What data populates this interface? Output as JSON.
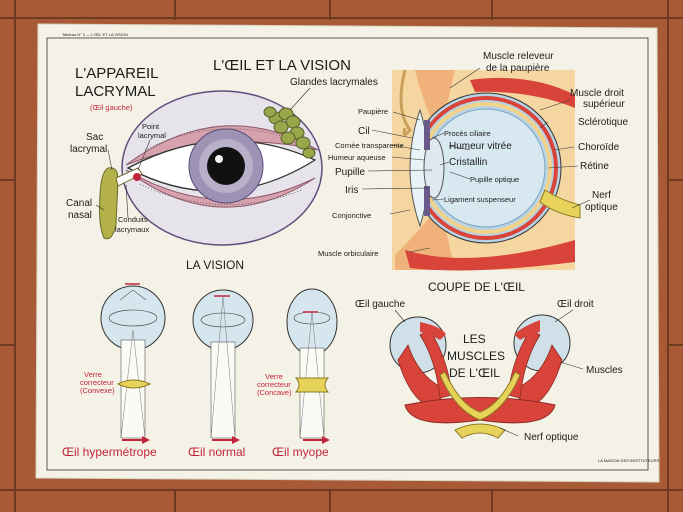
{
  "header": {
    "code": "Tableau N° 3 — L'ŒIL ET LA VISION"
  },
  "titles": {
    "main": "L'ŒIL ET LA VISION",
    "apparatus_line1": "L'APPAREIL",
    "apparatus_line2": "LACRYMAL",
    "apparatus_sub": "(Œil gauche)",
    "vision": "LA VISION",
    "section": "COUPE DE L'ŒIL",
    "muscles_line1": "LES",
    "muscles_line2": "MUSCLES",
    "muscles_line3": "DE L'ŒIL"
  },
  "lacrimal_labels": {
    "glands": "Glandes lacrymales",
    "sac_line1": "Sac",
    "sac_line2": "lacrymal",
    "point_line1": "Point",
    "point_line2": "lacrymal",
    "canal_line1": "Canal",
    "canal_line2": "nasal",
    "ducts_line1": "Conduits",
    "ducts_line2": "lacrymaux"
  },
  "section_labels": {
    "levator_line1": "Muscle releveur",
    "levator_line2": "de la paupière",
    "eyelid": "Paupière",
    "cilia": "Cil",
    "cornea": "Cornée transparente",
    "aqueous": "Humeur aqueuse",
    "pupil": "Pupille",
    "iris": "Iris",
    "conjunctiva": "Conjonctive",
    "orbicular": "Muscle orbiculaire",
    "ciliary": "Procès ciliaire",
    "vitreous": "Humeur vitrée",
    "lens": "Cristallin",
    "optic_pupil": "Pupille optique",
    "ligament": "Ligament suspenseur",
    "rectus_line1": "Muscle droit",
    "rectus_line2": "supérieur",
    "sclera": "Sclérotique",
    "choroid": "Choroïde",
    "retina": "Rétine",
    "nerve_line1": "Nerf",
    "nerve_line2": "optique"
  },
  "vision_labels": {
    "hyper": "Œil hypermétrope",
    "normal": "Œil normal",
    "myope": "Œil myope",
    "convex_line1": "Verre",
    "convex_line2": "correcteur",
    "convex_line3": "(Convexe)",
    "concave_line1": "Verre",
    "concave_line2": "correcteur",
    "concave_line3": "(Concave)"
  },
  "muscle_labels": {
    "left_eye": "Œil gauche",
    "right_eye": "Œil droit",
    "muscles": "Muscles",
    "optic_nerve": "Nerf optique"
  },
  "footer": {
    "publisher": "LA MAISON DES INSTITUTEURS"
  },
  "colors": {
    "wall": "#a85a37",
    "paper": "#f4f1e6",
    "accent_red": "#c0263b",
    "muscle_red": "#d8433a",
    "nerve_yellow": "#e7d35a",
    "iris_purple": "#8e7fa8",
    "eyeball_blue": "#cfe0e8"
  }
}
